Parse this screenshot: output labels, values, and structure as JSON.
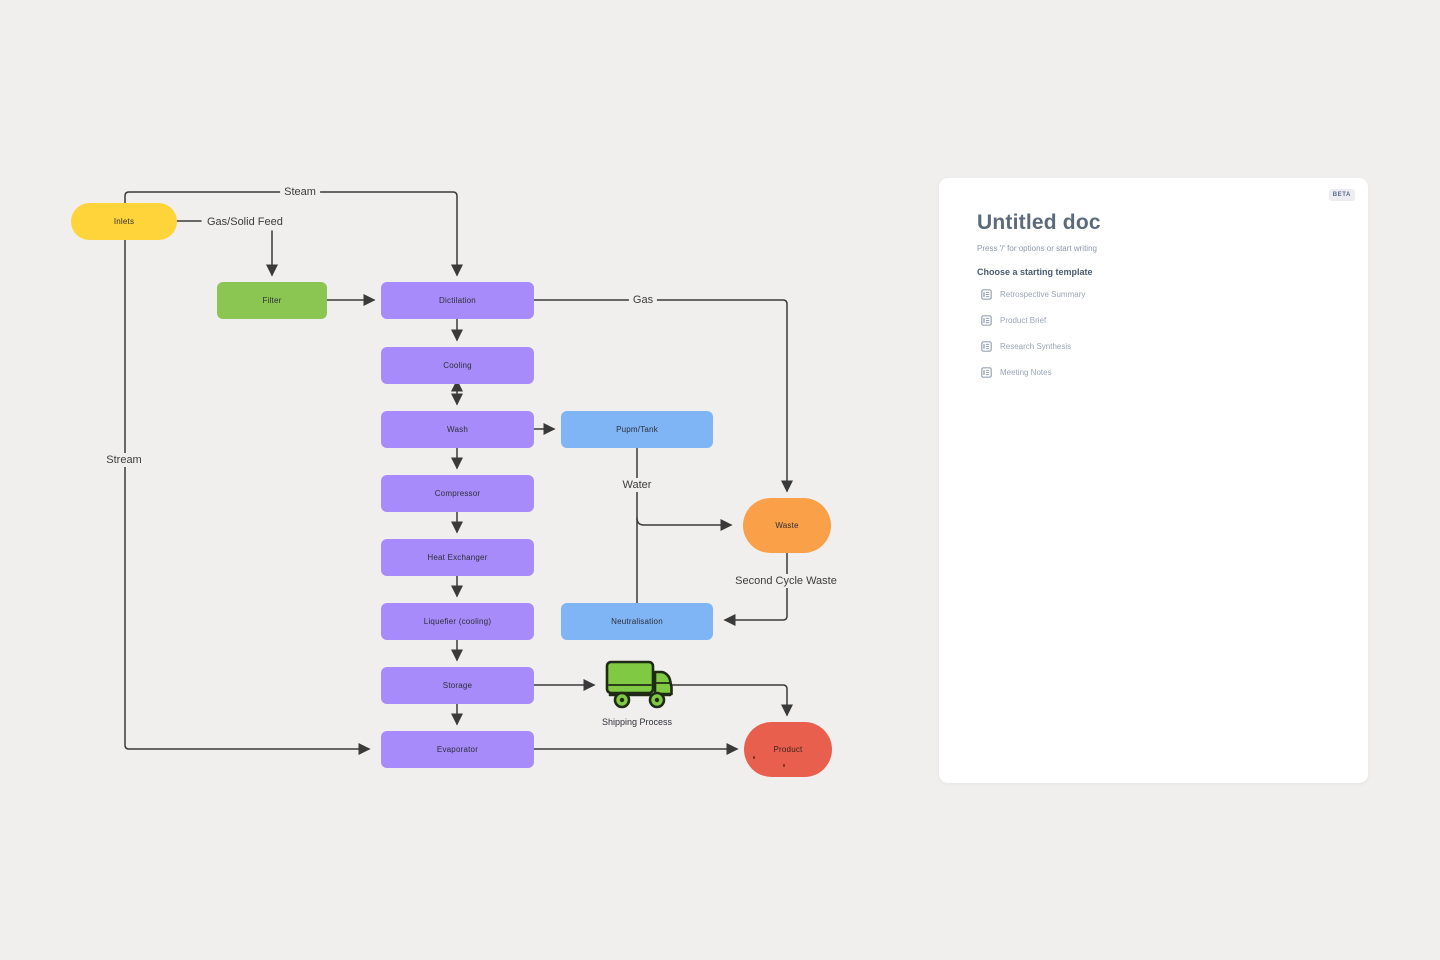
{
  "diagram": {
    "nodes": {
      "inlets": {
        "label": "Inlets"
      },
      "filter": {
        "label": "Filter"
      },
      "dictilation": {
        "label": "Dictilation"
      },
      "cooling": {
        "label": "Cooling"
      },
      "wash": {
        "label": "Wash"
      },
      "pump_tank": {
        "label": "Pupm/Tank"
      },
      "compressor": {
        "label": "Compressor"
      },
      "heat_exchanger": {
        "label": "Heat Exchanger"
      },
      "liquefier": {
        "label": "Liquefier (cooling)"
      },
      "neutralisation": {
        "label": "Neutralisation"
      },
      "storage": {
        "label": "Storage"
      },
      "evaporator": {
        "label": "Evaporator"
      },
      "waste": {
        "label": "Waste"
      },
      "product": {
        "label": "Product"
      },
      "shipping": {
        "label": "Shipping Process"
      }
    },
    "edge_labels": {
      "steam": "Steam",
      "gas_solid_feed": "Gas/Solid Feed",
      "gas": "Gas",
      "water": "Water",
      "stream": "Stream",
      "second_cycle_waste": "Second Cycle Waste"
    },
    "colors": {
      "purple": "#A78BFA",
      "blue": "#7FB5F5",
      "green": "#8BC653",
      "yellow": "#FFD43B",
      "orange": "#F9A048",
      "red": "#E95F4D",
      "line": "#3A3A3A"
    }
  },
  "doc_panel": {
    "beta_badge": "BETA",
    "title": "Untitled doc",
    "subtitle": "Press '/' for options or start writing",
    "templates_heading": "Choose a starting template",
    "templates": [
      {
        "label": "Retrospective Summary"
      },
      {
        "label": "Product Brief"
      },
      {
        "label": "Research Synthesis"
      },
      {
        "label": "Meeting Notes"
      }
    ]
  }
}
